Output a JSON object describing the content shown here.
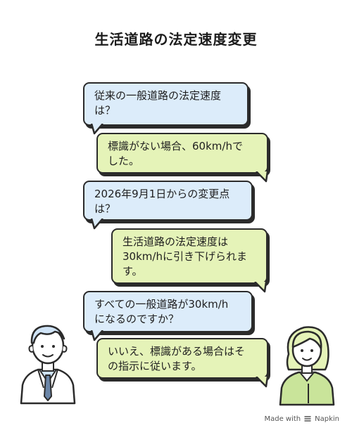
{
  "title": "生活道路の法定速度変更",
  "dialogue": [
    {
      "speaker": "question",
      "text": "従来の一般道路の法定速度\nは？"
    },
    {
      "speaker": "answer",
      "text": "標識がない場合、60km/hで\nした。"
    },
    {
      "speaker": "question",
      "text": "2026年9月1日からの変更点\nは？"
    },
    {
      "speaker": "answer",
      "text": "生活道路の法定速度は\n30km/hに引き下げられま\nす。"
    },
    {
      "speaker": "question",
      "text": "すべての一般道路が30km/h\nになるのですか？"
    },
    {
      "speaker": "answer",
      "text": "いいえ、標識がある場合はそ\nの指示に従います。"
    }
  ],
  "colors": {
    "question_bubble": "#dcecfa",
    "answer_bubble": "#e5f3b8",
    "outline": "#2b2b2b",
    "man_shirt": "#cfe3f6",
    "woman_shirt": "#c9e49a"
  },
  "characters": {
    "left": "man-in-suit-icon",
    "right": "woman-icon"
  },
  "footer": {
    "made_with": "Made with",
    "brand": "Napkin",
    "logo_icon": "napkin-logo-icon"
  }
}
